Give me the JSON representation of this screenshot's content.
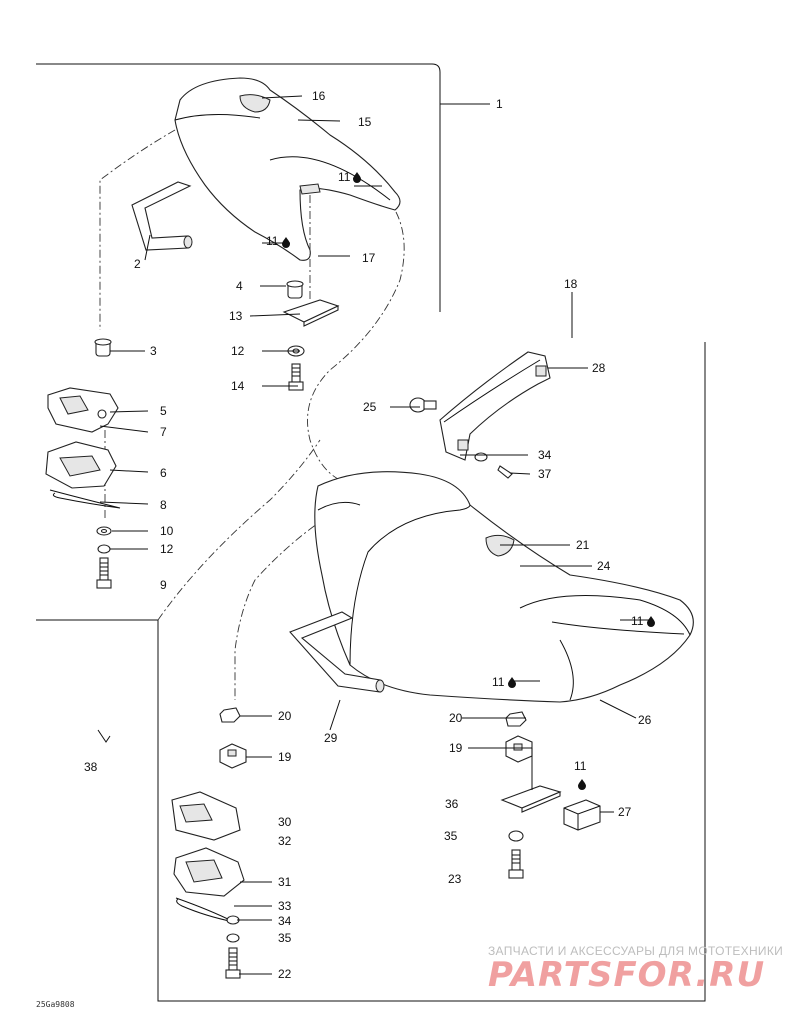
{
  "callouts": [
    {
      "id": "c1",
      "label": "1"
    },
    {
      "id": "c2",
      "label": "2"
    },
    {
      "id": "c3",
      "label": "3"
    },
    {
      "id": "c4",
      "label": "4"
    },
    {
      "id": "c5",
      "label": "5"
    },
    {
      "id": "c6",
      "label": "6"
    },
    {
      "id": "c7",
      "label": "7"
    },
    {
      "id": "c8",
      "label": "8"
    },
    {
      "id": "c9",
      "label": "9"
    },
    {
      "id": "c10",
      "label": "10"
    },
    {
      "id": "c11a",
      "label": "11"
    },
    {
      "id": "c11b",
      "label": "11"
    },
    {
      "id": "c11c",
      "label": "11"
    },
    {
      "id": "c11d",
      "label": "11"
    },
    {
      "id": "c11e",
      "label": "11"
    },
    {
      "id": "c12a",
      "label": "12"
    },
    {
      "id": "c12b",
      "label": "12"
    },
    {
      "id": "c13",
      "label": "13"
    },
    {
      "id": "c14",
      "label": "14"
    },
    {
      "id": "c15",
      "label": "15"
    },
    {
      "id": "c16",
      "label": "16"
    },
    {
      "id": "c17",
      "label": "17"
    },
    {
      "id": "c18",
      "label": "18"
    },
    {
      "id": "c19a",
      "label": "19"
    },
    {
      "id": "c19b",
      "label": "19"
    },
    {
      "id": "c20a",
      "label": "20"
    },
    {
      "id": "c20b",
      "label": "20"
    },
    {
      "id": "c21",
      "label": "21"
    },
    {
      "id": "c22",
      "label": "22"
    },
    {
      "id": "c23",
      "label": "23"
    },
    {
      "id": "c24",
      "label": "24"
    },
    {
      "id": "c25",
      "label": "25"
    },
    {
      "id": "c26",
      "label": "26"
    },
    {
      "id": "c27",
      "label": "27"
    },
    {
      "id": "c28",
      "label": "28"
    },
    {
      "id": "c29",
      "label": "29"
    },
    {
      "id": "c30",
      "label": "30"
    },
    {
      "id": "c31",
      "label": "31"
    },
    {
      "id": "c32",
      "label": "32"
    },
    {
      "id": "c33",
      "label": "33"
    },
    {
      "id": "c34a",
      "label": "34"
    },
    {
      "id": "c34b",
      "label": "34"
    },
    {
      "id": "c35a",
      "label": "35"
    },
    {
      "id": "c35b",
      "label": "35"
    },
    {
      "id": "c36",
      "label": "36"
    },
    {
      "id": "c37",
      "label": "37"
    },
    {
      "id": "c38",
      "label": "38"
    }
  ],
  "drawing_code": "25Ga9808",
  "watermark": {
    "title": "ЗАПЧАСТИ И АКСЕССУАРЫ ДЛЯ МОТОТЕХНИКИ",
    "logo": "PARTSFOR.RU"
  },
  "colors": {
    "line": "#111111",
    "watermark_logo": "#f0a0a0",
    "watermark_title": "#bdbdbd"
  },
  "icons": [
    "adhesive-drop-icon"
  ]
}
